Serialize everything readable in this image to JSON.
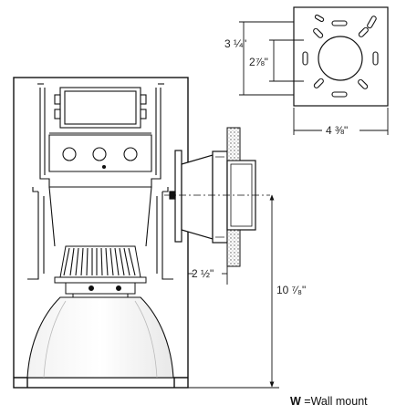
{
  "dimensions": {
    "plate_height": "3 ¼\"",
    "hole_spacing": "2⅞\"",
    "plate_width": "4 ⅜\"",
    "offset": "2 ½\"",
    "mount_height": "10 ⁷⁄₈\""
  },
  "caption": {
    "symbol": "W",
    "text": " =Wall mount"
  }
}
